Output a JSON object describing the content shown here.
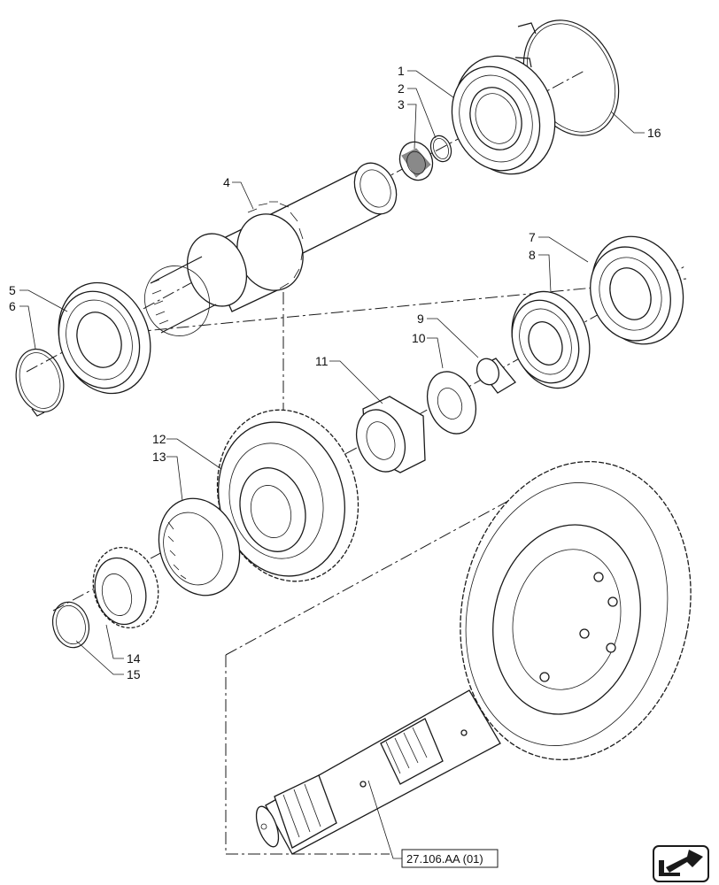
{
  "callouts": [
    {
      "id": "1",
      "label": "1"
    },
    {
      "id": "2",
      "label": "2"
    },
    {
      "id": "3",
      "label": "3"
    },
    {
      "id": "4",
      "label": "4"
    },
    {
      "id": "5",
      "label": "5"
    },
    {
      "id": "6",
      "label": "6"
    },
    {
      "id": "7",
      "label": "7"
    },
    {
      "id": "8",
      "label": "8"
    },
    {
      "id": "9",
      "label": "9"
    },
    {
      "id": "10",
      "label": "10"
    },
    {
      "id": "11",
      "label": "11"
    },
    {
      "id": "12",
      "label": "12"
    },
    {
      "id": "13",
      "label": "13"
    },
    {
      "id": "14",
      "label": "14"
    },
    {
      "id": "15",
      "label": "15"
    },
    {
      "id": "16",
      "label": "16"
    }
  ],
  "reference": {
    "text": "27.106.AA (01)"
  },
  "nav_icon": {
    "name": "next-page-arrow-icon"
  }
}
